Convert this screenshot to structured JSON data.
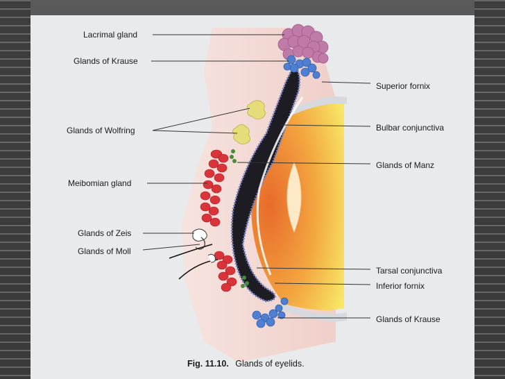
{
  "labels": {
    "lacrimal_gland": "Lacrimal gland",
    "glands_krause_top": "Glands of Krause",
    "glands_wolfring": "Glands of Wolfring",
    "meibomian_gland": "Meibomian gland",
    "glands_zeis": "Glands of Zeis",
    "glands_moll": "Glands of Moll",
    "superior_fornix": "Superior fornix",
    "bulbar_conjunctiva": "Bulbar conjunctiva",
    "glands_manz": "Glands of Manz",
    "tarsal_conjunctiva": "Tarsal conjunctiva",
    "inferior_fornix": "Inferior fornix",
    "glands_krause_bottom": "Glands of Krause"
  },
  "caption": {
    "fig": "Fig. 11.10.",
    "text": "Glands of eyelids."
  },
  "colors": {
    "background": "#4a4a4a",
    "page": "#e8eaec",
    "lid_skin": "#f3d6d2",
    "eyeball_orange": "#f0a040",
    "eyeball_yellow": "#f7e060",
    "conjunctiva_dark": "#1c1c22",
    "gland_blue": "#4f7fd0",
    "lacrimal_pink": "#c07aa8",
    "meibomian_red": "#d8343a",
    "wolfring_yellow": "#e6dc7a"
  }
}
